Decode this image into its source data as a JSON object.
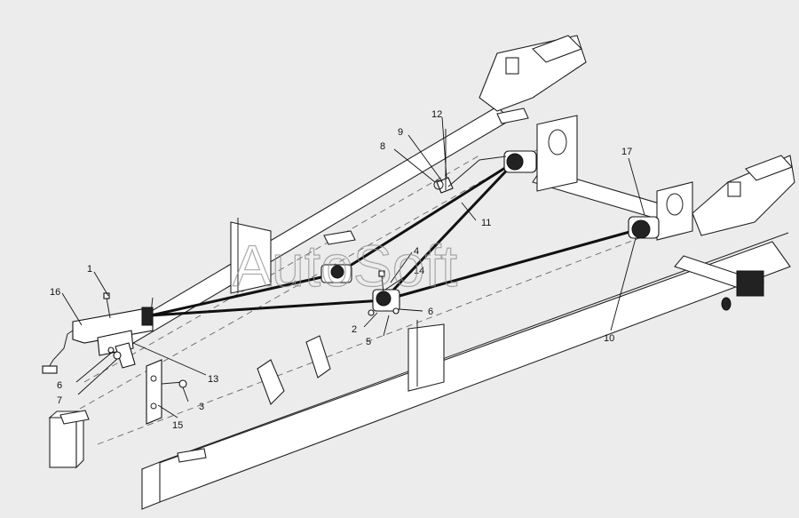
{
  "watermark": "AutoSoft",
  "callouts": {
    "c1": "1",
    "c2": "2",
    "c3": "3",
    "c4": "4",
    "c5": "5",
    "c6a": "6",
    "c6b": "6",
    "c7": "7",
    "c8": "8",
    "c9": "9",
    "c10": "10",
    "c11": "11",
    "c12": "12",
    "c13": "13",
    "c14": "14",
    "c15": "15",
    "c16": "16",
    "c17": "17"
  },
  "colors": {
    "background": "#ececec",
    "line": "#111111",
    "watermark": "#8f8f8f"
  }
}
